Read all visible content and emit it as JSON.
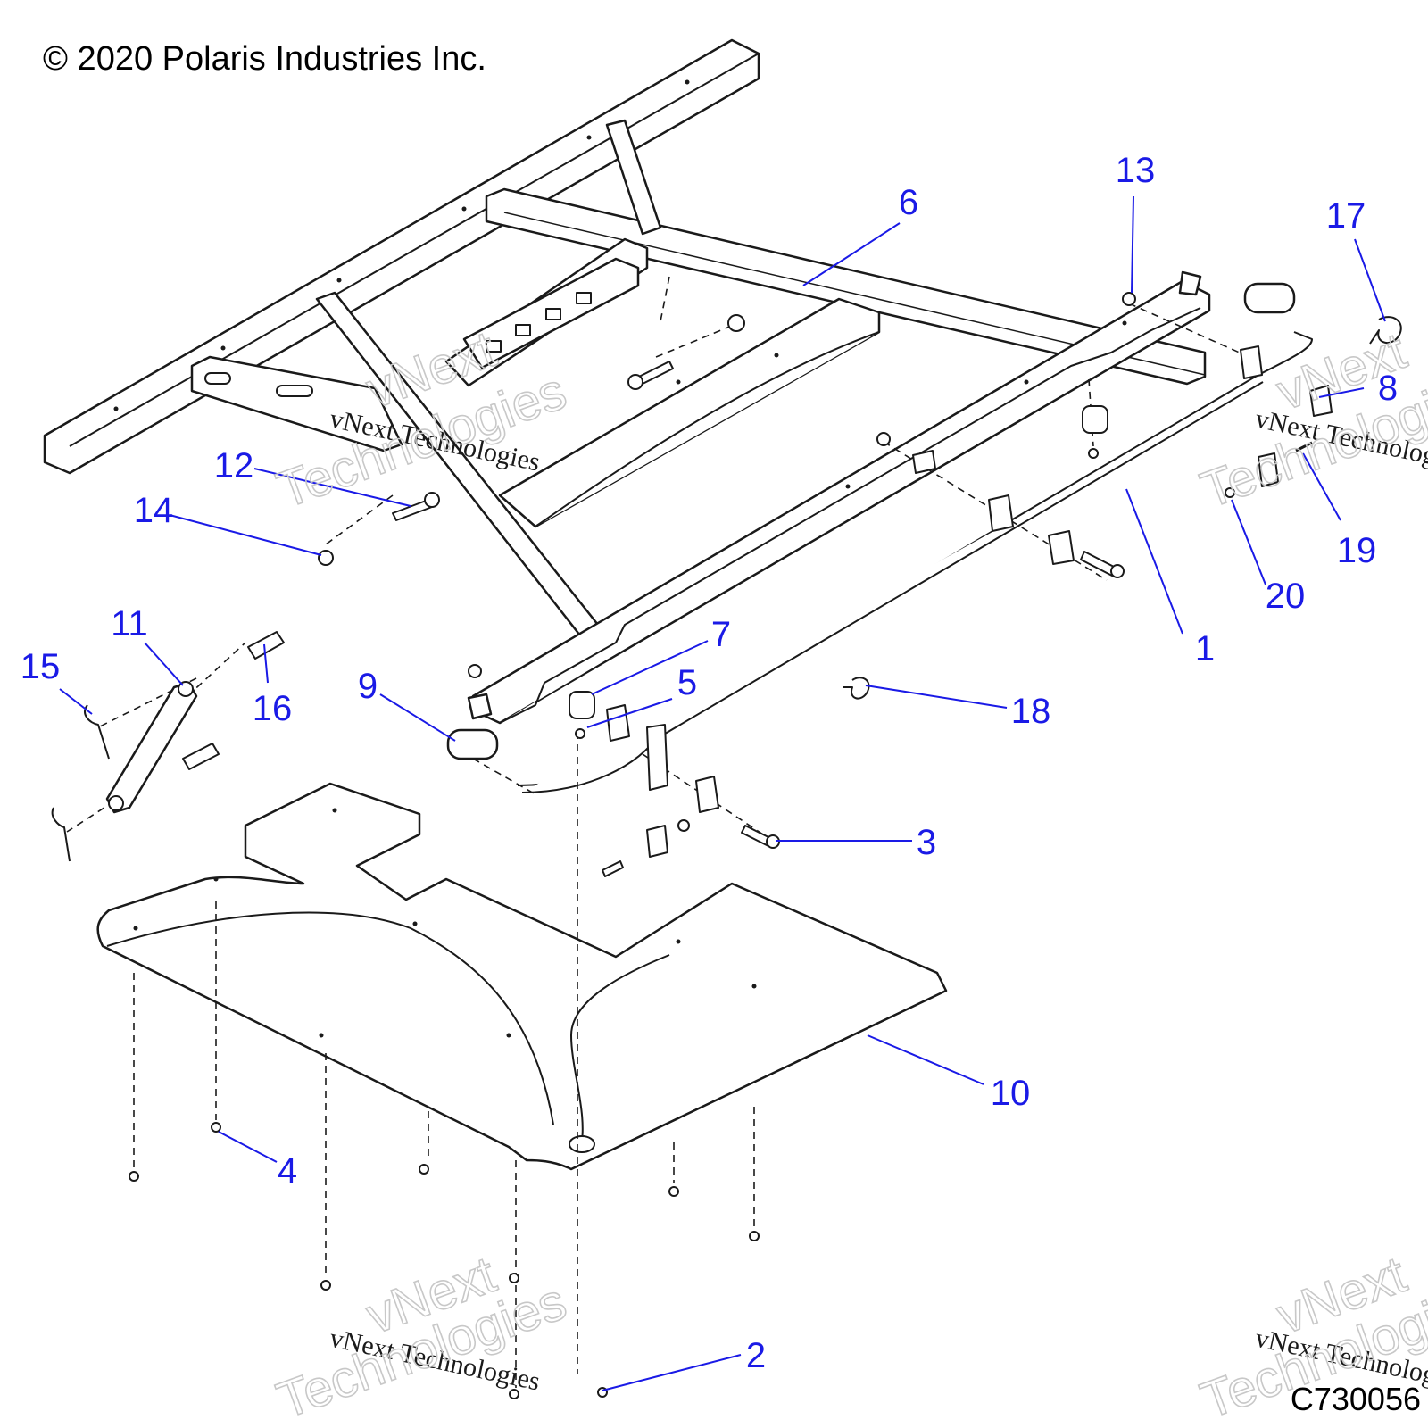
{
  "copyright": "© 2020 Polaris Industries Inc.",
  "drawing_id": "C730056",
  "watermark": {
    "line1": "vNext Technologies",
    "line2a": "vNext",
    "line2b": "Technologies"
  },
  "callouts": [
    "1",
    "2",
    "3",
    "4",
    "5",
    "6",
    "7",
    "8",
    "9",
    "10",
    "11",
    "12",
    "13",
    "14",
    "15",
    "16",
    "17",
    "18",
    "19",
    "20"
  ],
  "colors": {
    "callout": "#1a1ae6",
    "line_art": "#1a1a1a",
    "watermark_outline": "#c8c8c8",
    "background": "#ffffff"
  }
}
